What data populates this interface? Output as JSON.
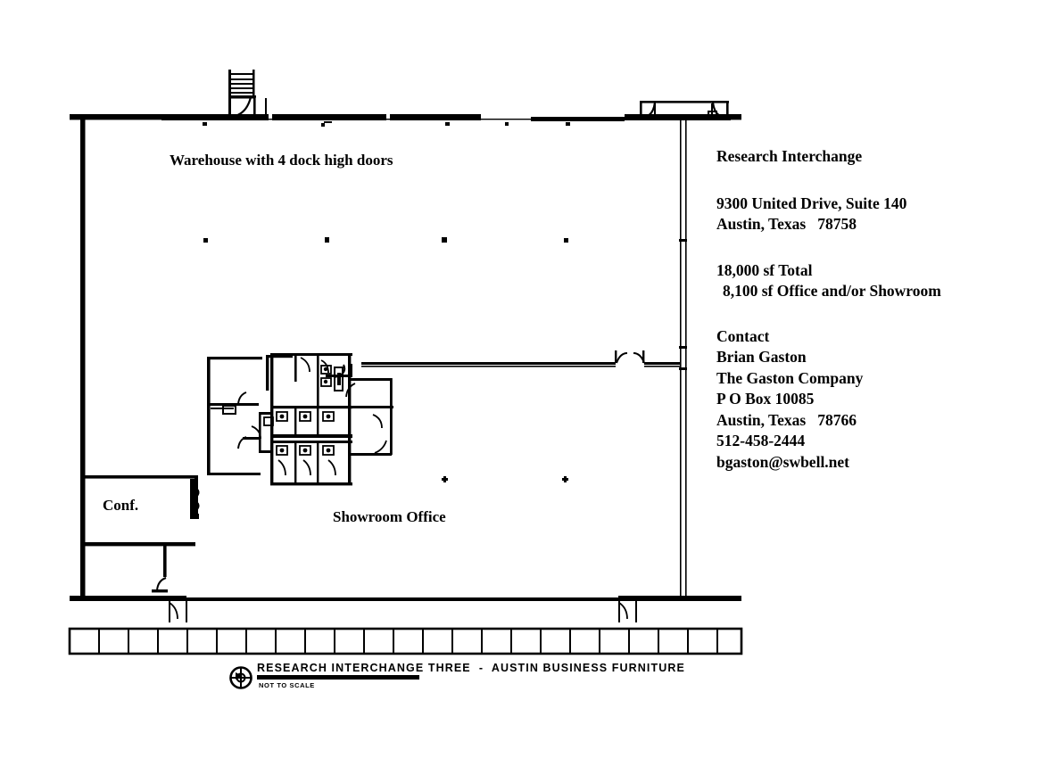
{
  "document": {
    "type": "floor-plan",
    "background_color": "#ffffff",
    "ink_color": "#000000"
  },
  "plan_labels": {
    "warehouse": "Warehouse with 4 dock high doors",
    "conference": "Conf.",
    "showroom": "Showroom Office"
  },
  "info_block": {
    "property_name": "Research Interchange",
    "address_line1": "9300 United Drive, Suite 140",
    "address_line2": "Austin, Texas   78758",
    "area_total": "18,000 sf Total",
    "area_office": "8,100 sf Office and/or Showroom",
    "contact_heading": "Contact",
    "contact_name": "Brian Gaston",
    "contact_company": "The Gaston Company",
    "contact_po_box": "P O Box 10085",
    "contact_city": "Austin, Texas   78766",
    "contact_phone": "512-458-2444",
    "contact_email": "bgaston@swbell.net"
  },
  "title_block": {
    "title": "RESEARCH INTERCHANGE THREE  -  AUSTIN BUSINESS FURNITURE",
    "scale_note": "NOT TO SCALE",
    "north_symbol": "north-arrow-icon"
  },
  "drawing_elements": {
    "exterior_wall": "exterior-wall",
    "demising_wall": "demising-wall",
    "dock_doors_count": 4,
    "column_marks_upper": 4,
    "column_marks_lower": 2,
    "sidewalk_cells": 23,
    "stair_treads": 9
  }
}
